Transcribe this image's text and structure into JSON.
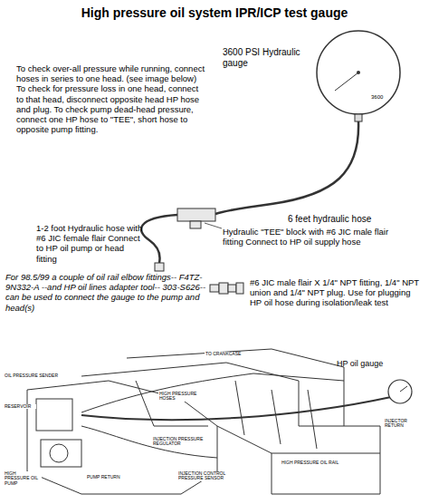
{
  "diagram": {
    "title": "High pressure oil system IPR/ICP test gauge",
    "labels": [
      "To check over-all pressure while running, connect hoses in series to one head. (see image below) To check for pressure loss in one head, connect to that head, disconnect opposite head HP hose and plug. To check pump dead-head pressure, connect one HP hose to \"TEE\", short hose to opposite pump fitting.",
      "3600 PSI Hydraulic gauge",
      "3600",
      "6 feet hydraulic hose",
      "1-2 foot Hydraulic hose with #6 JIC female flair Connect to HP oil pump or head fitting",
      "Hydraulic \"TEE\" block with #6 JIC male flair fitting Connect to HP oil supply hose",
      "For 98.5/99 a couple of oil rail elbow fittings-- F4TZ-9N332-A --and HP oil lines adapter tool-- 303-S626--can be used to connect the gauge to the pump and head(s)",
      "#6 JIC male flair X 1/4\" NPT fitting, 1/4\" NPT union and 1/4\" NPT plug. Use for plugging HP oil hose during isolation/leak test",
      "HP oil gauge",
      "OIL PRESSURE SENDER",
      "RESERVOIR",
      "HIGH PRESSURE OIL PUMP",
      "PUMP RETURN",
      "TO CRANKCASE",
      "HIGH PRESSURE HOSES",
      "INJECTION PRESSURE REGULATOR",
      "INJECTION CONTROL PRESSURE SENSOR",
      "INJECTOR RETURN",
      "HIGH PRESSURE OIL RAIL"
    ]
  }
}
